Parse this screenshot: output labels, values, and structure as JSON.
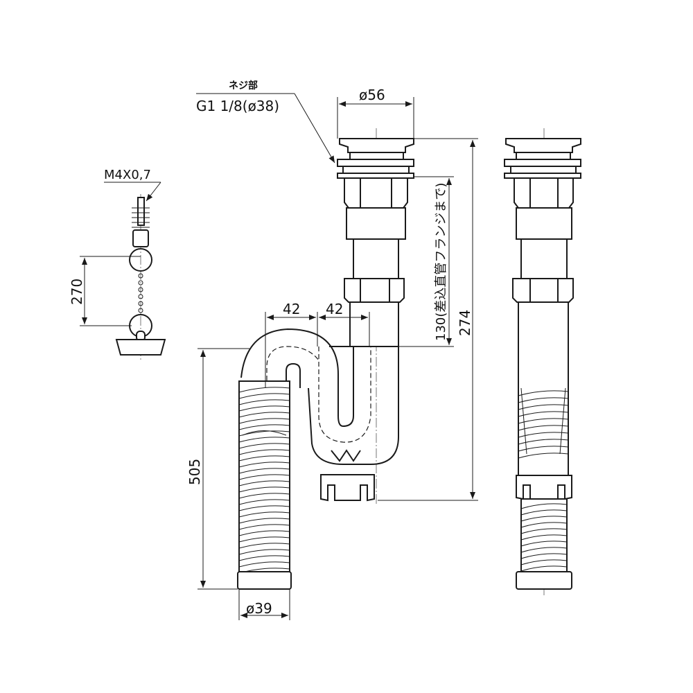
{
  "drawing": {
    "thread_label_jp": "ネジ部",
    "thread_spec": "G1 1/8(ø38)",
    "top_diameter": "ø56",
    "stopper_thread": "M4X0,7",
    "chain_length": "270",
    "offset_a": "42",
    "offset_b": "42",
    "insert_length": "130(差込直管フランジまで)",
    "total_height": "274",
    "hose_length": "505",
    "hose_diameter": "ø39"
  },
  "colors": {
    "line": "#1a1a1a",
    "background": "#ffffff"
  }
}
